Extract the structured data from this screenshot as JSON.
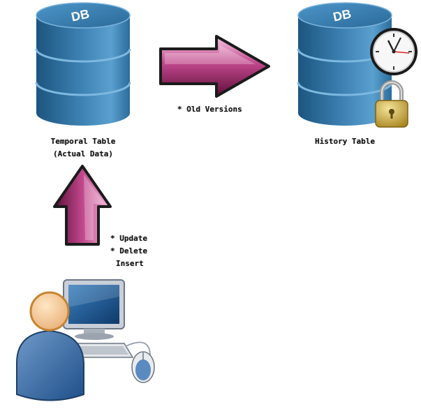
{
  "temporal_table": {
    "db_badge": "DB",
    "label_line1": "Temporal Table",
    "label_line2": "(Actual Data)"
  },
  "history_table": {
    "db_badge": "DB",
    "label": "History Table"
  },
  "right_arrow": {
    "caption": "* Old Versions"
  },
  "up_arrow": {
    "caption_line1": "* Update",
    "caption_line2": "* Delete",
    "caption_line3": "Insert"
  },
  "colors": {
    "db_blue": "#2f6f9f",
    "db_highlight": "#5fa5d3",
    "arrow_magenta": "#8b1f5c",
    "arrow_light": "#f2b6d8"
  }
}
